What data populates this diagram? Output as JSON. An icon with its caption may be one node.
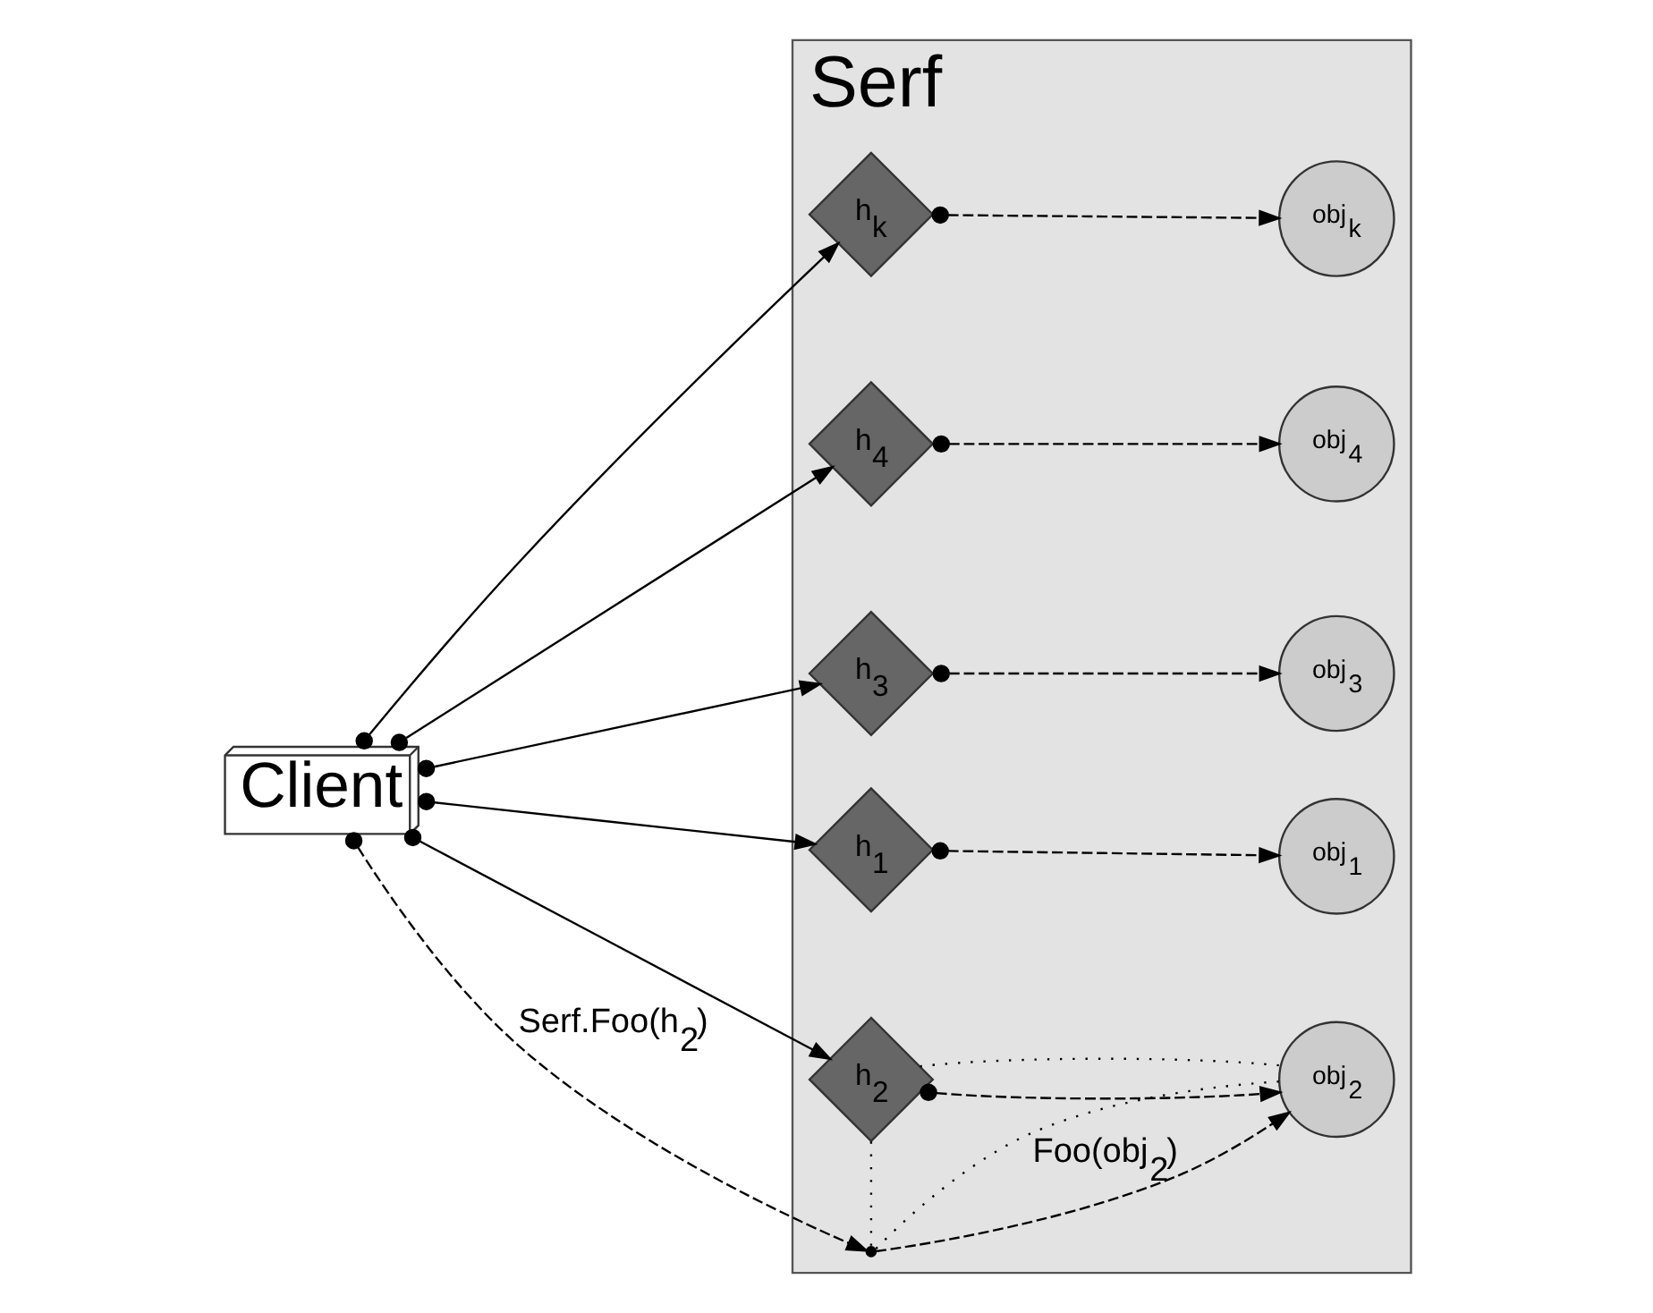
{
  "diagram": {
    "nodes": [
      {
        "text": [
          "Client"
        ]
      },
      {
        "text": [
          "Serf"
        ]
      },
      {
        "text": [
          "h$_{1}$"
        ],
        "in": 1
      },
      {
        "text": [
          "obj$_{1}$"
        ],
        "in": 1
      },
      {
        "text": [
          "h$_{2}$"
        ],
        "in": 1
      },
      {
        "text": [
          "obj$_{2}$"
        ],
        "in": 1
      },
      {
        "text": [
          "h$_{3}$"
        ],
        "in": 1
      },
      {
        "text": [
          "obj$_{3}$"
        ],
        "in": 1
      },
      {
        "text": [
          "h$_{4}$"
        ],
        "in": 1
      },
      {
        "text": [
          "obj$_{4}$"
        ],
        "in": 1
      },
      {
        "text": [
          "h$_{k}$"
        ],
        "in": 1
      },
      {
        "text": [
          "obj$_{k}$"
        ],
        "in": 1
      },
      {
        "text": [],
        "shape": "point",
        "in": 1
      }
    ],
    "edges": [
      {
        "from": 0,
        "to": 2,
        "arrow": "to"
      },
      {
        "from": 0,
        "to": 4,
        "arrow": "to"
      },
      {
        "from": 0,
        "to": 6,
        "arrow": "to"
      },
      {
        "from": 0,
        "to": 8,
        "arrow": "to"
      },
      {
        "from": 0,
        "to": 10,
        "arrow": "to"
      },
      {
        "from": 2,
        "to": 3,
        "arrow": "to",
        "style": "dashed"
      },
      {
        "from": 4,
        "to": 5,
        "arrow": "to",
        "style": "dashed"
      },
      {
        "from": 6,
        "to": 7,
        "arrow": "to",
        "style": "dashed"
      },
      {
        "from": 8,
        "to": 9,
        "arrow": "to",
        "style": "dashed"
      },
      {
        "from": 10,
        "to": 11,
        "arrow": "to",
        "style": "dashed"
      },
      {
        "from": 0,
        "to": 12,
        "arrow": "to",
        "style": "dashed",
        "label": "Serf.Foo(h$_{2}$)"
      },
      {
        "from": 12,
        "to": 5,
        "arrow": "to",
        "style": "dashed",
        "label": "Foo(obj$_{2}$)"
      },
      {
        "from": 4,
        "to": 12,
        "arrow": "none",
        "style": "dashed"
      },
      {
        "from": 5,
        "to": 12,
        "arrow": "none",
        "style": "dashed"
      },
      {
        "from": 4,
        "to": 5,
        "arrow": "none",
        "style": "dashed"
      }
    ]
  }
}
